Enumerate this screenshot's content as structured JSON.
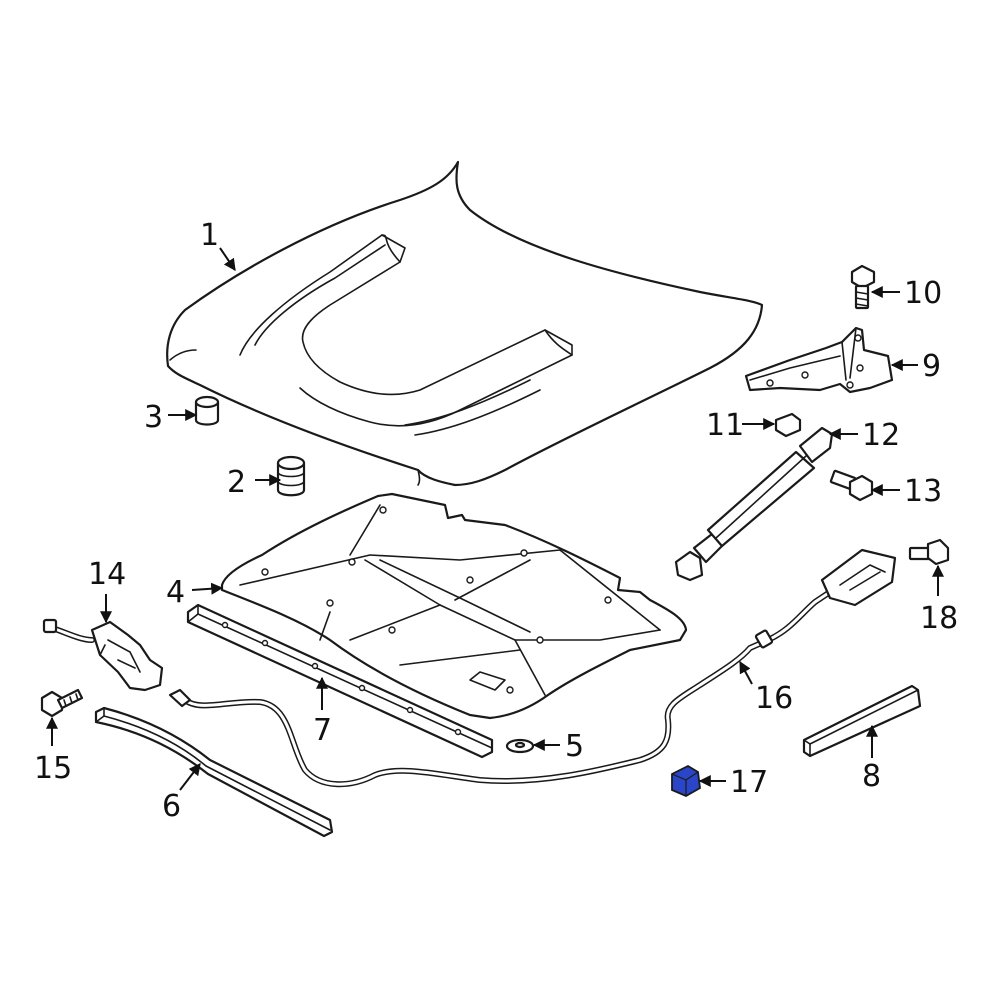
{
  "highlight_color": "#2a45c8",
  "line_color": "#1a1a1a",
  "callouts": [
    {
      "id": "1",
      "label": "1"
    },
    {
      "id": "2",
      "label": "2"
    },
    {
      "id": "3",
      "label": "3"
    },
    {
      "id": "4",
      "label": "4"
    },
    {
      "id": "5",
      "label": "5"
    },
    {
      "id": "6",
      "label": "6"
    },
    {
      "id": "7",
      "label": "7"
    },
    {
      "id": "8",
      "label": "8"
    },
    {
      "id": "9",
      "label": "9"
    },
    {
      "id": "10",
      "label": "10"
    },
    {
      "id": "11",
      "label": "11"
    },
    {
      "id": "12",
      "label": "12"
    },
    {
      "id": "13",
      "label": "13"
    },
    {
      "id": "14",
      "label": "14"
    },
    {
      "id": "15",
      "label": "15"
    },
    {
      "id": "16",
      "label": "16"
    },
    {
      "id": "17",
      "label": "17"
    },
    {
      "id": "18",
      "label": "18"
    }
  ],
  "highlighted_part": "17"
}
